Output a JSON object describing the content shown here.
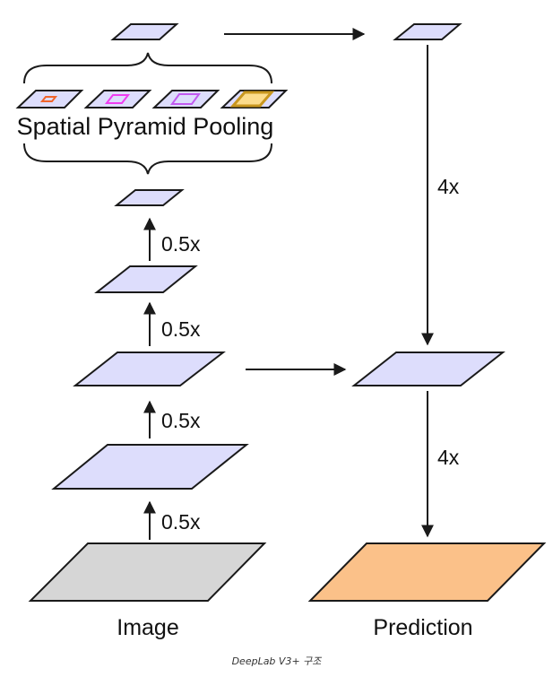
{
  "labels": {
    "spp": "Spatial Pyramid Pooling",
    "scale_1": "0.5x",
    "scale_2": "0.5x",
    "scale_3": "0.5x",
    "scale_4": "0.5x",
    "upsample_1": "4x",
    "upsample_2": "4x",
    "image": "Image",
    "prediction": "Prediction"
  },
  "caption": "DeepLab V3+ 구조",
  "colors": {
    "feature_fill": "#ddddfc",
    "image_fill": "#d6d6d6",
    "prediction_fill": "#fbc189",
    "stroke": "#1a1a1a",
    "pool_orange": "#f0642a",
    "pool_magenta": "#f03cf0",
    "pool_violet": "#c25af0",
    "pool_gold": "#c8961e",
    "pool_gold_fill": "#fcdc8c"
  }
}
